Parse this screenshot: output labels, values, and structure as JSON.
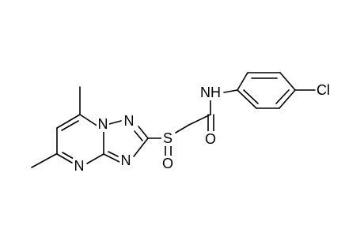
{
  "molecule": {
    "atoms": {
      "n1": "N",
      "n2": "N",
      "n3": "N",
      "n4": "N",
      "s": "S",
      "o1": "O",
      "o2": "O",
      "nh": "NH",
      "cl": "Cl"
    }
  }
}
